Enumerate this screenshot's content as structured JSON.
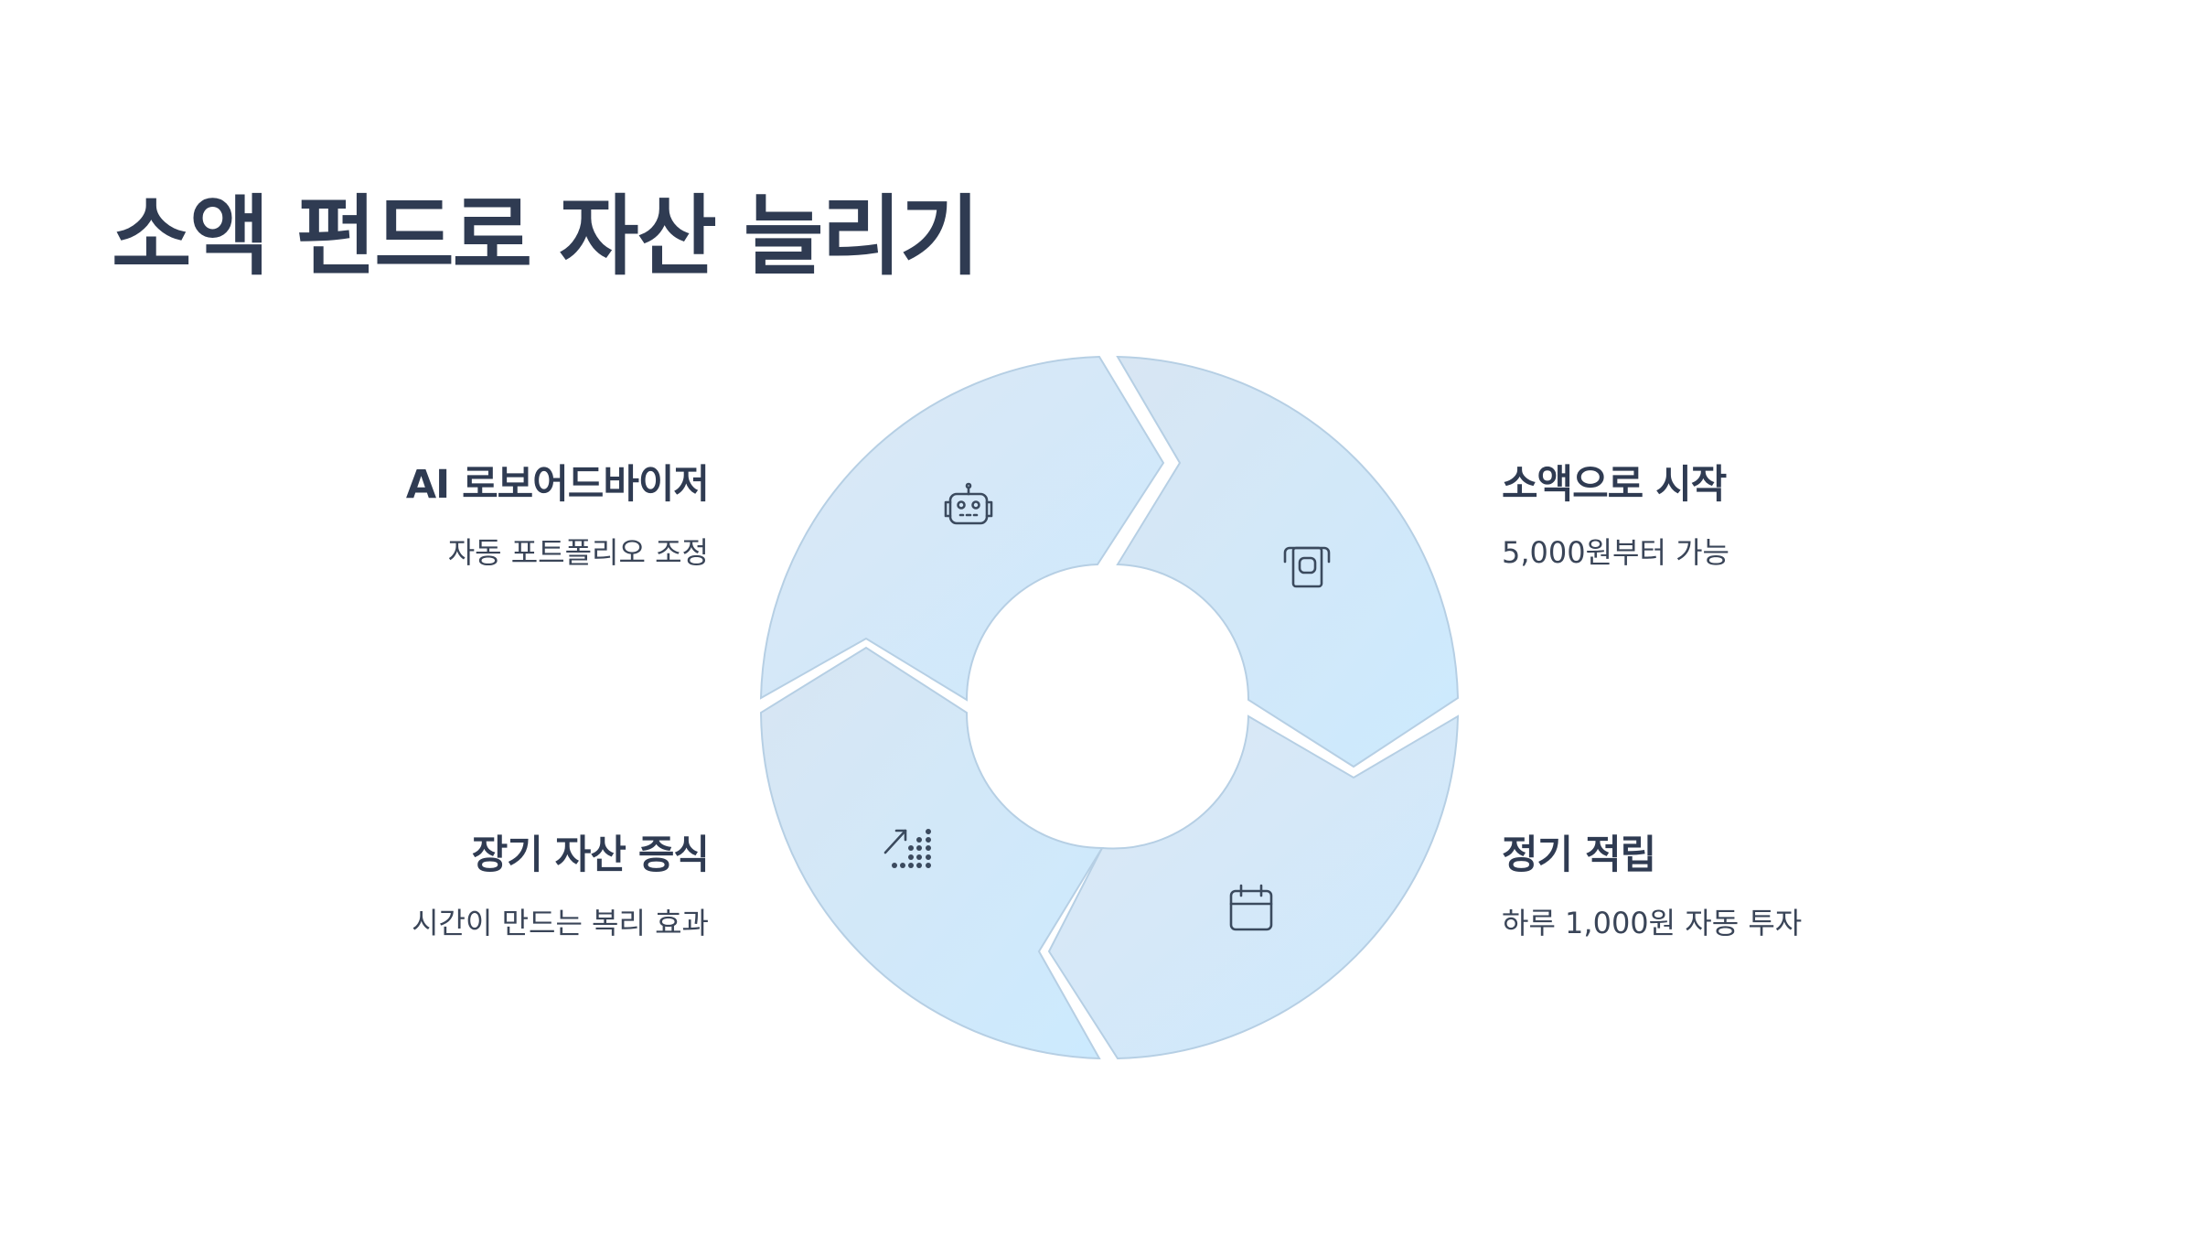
{
  "title": "소액 펀드로 자산 늘리기",
  "colors": {
    "segment_fill_light": "#dae9f6",
    "segment_fill_accent": "#cfeaff",
    "segment_stroke": "#b3cfe6",
    "text_dark": "#2f3b52",
    "icon": "#3b4a5e"
  },
  "items": [
    {
      "position": "top-left",
      "icon": "robot-icon",
      "heading": "AI 로보어드바이저",
      "description": "자동 포트폴리오 조정"
    },
    {
      "position": "top-right",
      "icon": "cash-deposit-icon",
      "heading": "소액으로 시작",
      "description": "5,000원부터 가능"
    },
    {
      "position": "bottom-right",
      "icon": "calendar-icon",
      "heading": "정기 적립",
      "description": "하루 1,000원 자동 투자"
    },
    {
      "position": "bottom-left",
      "icon": "growth-chart-icon",
      "heading": "장기 자산 증식",
      "description": "시간이 만드는 복리 효과"
    }
  ]
}
